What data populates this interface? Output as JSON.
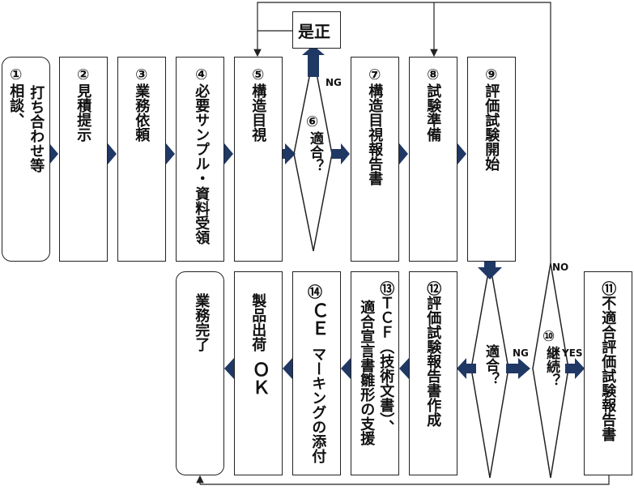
{
  "steps": {
    "s1_num": "①",
    "s1_line1": "相談、",
    "s1_line2": "打ち合わせ等",
    "s2_num": "②",
    "s2_text": "見積提示",
    "s3_num": "③",
    "s3_text": "業務依頼",
    "s4_num": "④",
    "s4_line1": "必要サンプル・",
    "s4_line2": "資料受領",
    "s5_num": "⑤",
    "s5_text": "構造目視",
    "s6_num": "⑥",
    "s6_text": "適合？",
    "s7_num": "⑦",
    "s7_text": "構造目視報告書",
    "s8_num": "⑧",
    "s8_text": "試験準備",
    "s9_num": "⑨",
    "s9_text": "評価試験開始",
    "correction": "是正",
    "s11_num": "⑪",
    "s11_text": "不適合評価試験報告書",
    "decision_fit": "適合？",
    "s10_num": "⑩",
    "s10_text": "継続？",
    "s12_num": "⑫",
    "s12_text": "評価試験報告書作成",
    "s13_num": "⑬",
    "s13_line1": "ＴＣＦ（技術文書）、",
    "s13_line2": "適合宣言書雛形の支援",
    "s14_num": "⑭",
    "s14_line1": "ＣＥ",
    "s14_line2": "マーキングの添付",
    "ship_line1": "製品出荷",
    "ship_line2": "ＯＫ",
    "done": "業務完了"
  },
  "labels": {
    "ng1": "NG",
    "ng2": "NG",
    "no": "NO",
    "yes": "YES"
  },
  "colors": {
    "arrow": "#203864",
    "line": "#222222"
  }
}
